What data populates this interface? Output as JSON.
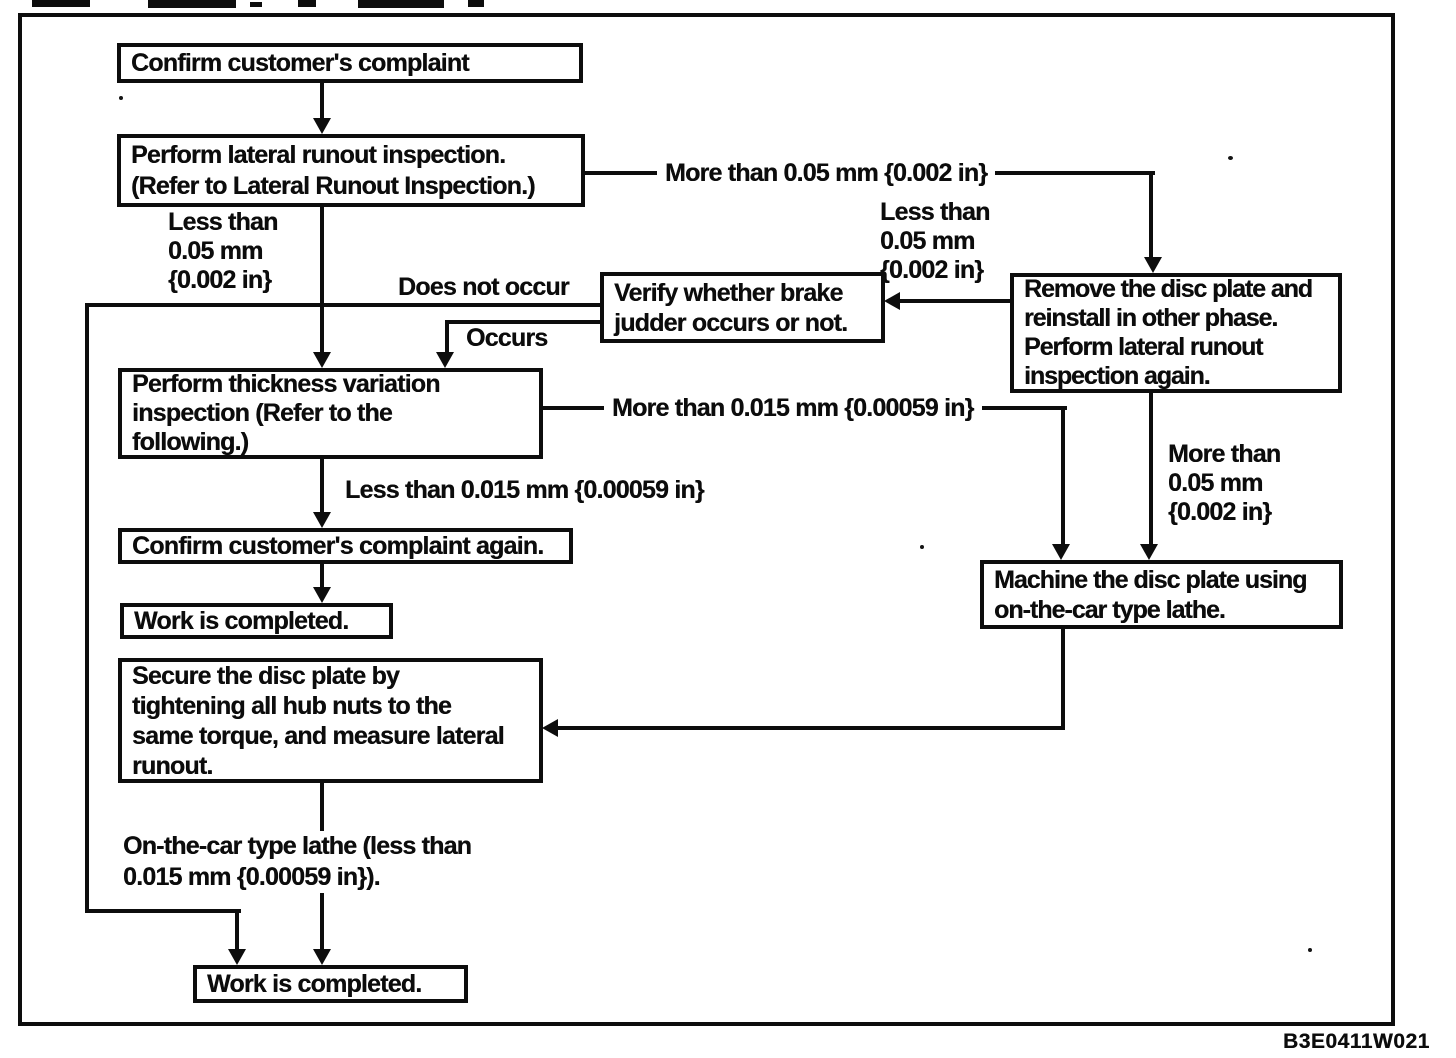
{
  "diagram": {
    "type": "flowchart",
    "title": "Brake judder / disc plate lateral runout diagnostic flowchart",
    "figure_code": "B3E0411W021",
    "ink_color": "#0d0d0d",
    "background_color": "#ffffff",
    "nodes": [
      {
        "id": "confirm-complaint",
        "label": "Confirm customer's complaint"
      },
      {
        "id": "lateral-runout",
        "label": "Perform lateral runout inspection.\n(Refer to Lateral Runout Inspection.)"
      },
      {
        "id": "verify-judder",
        "label": "Verify whether brake\njudder occurs or not."
      },
      {
        "id": "remove-disc",
        "label": "Remove the disc plate and\nreinstall in other phase.\nPerform lateral runout\ninspection again."
      },
      {
        "id": "thickness-variation",
        "label": "Perform thickness variation\ninspection (Refer to the\nfollowing.)"
      },
      {
        "id": "confirm-again",
        "label": "Confirm customer's complaint again."
      },
      {
        "id": "work-completed-1",
        "label": "Work is completed."
      },
      {
        "id": "secure-disc",
        "label": "Secure the disc plate by\ntightening all hub nuts to the\nsame torque, and measure lateral\nrunout."
      },
      {
        "id": "machine-disc",
        "label": "Machine the disc plate using\non-the-car type lathe."
      },
      {
        "id": "work-completed-2",
        "label": "Work is completed."
      }
    ],
    "edge_labels": [
      {
        "id": "more-than-005-top",
        "text": "More than 0.05 mm {0.002 in}"
      },
      {
        "id": "less-than-005-left",
        "text": "Less than\n0.05 mm\n{0.002 in}"
      },
      {
        "id": "less-than-005-right",
        "text": "Less than\n0.05 mm\n{0.002 in}"
      },
      {
        "id": "does-not-occur",
        "text": "Does not occur"
      },
      {
        "id": "occurs",
        "text": "Occurs"
      },
      {
        "id": "more-than-0015",
        "text": "More than 0.015 mm {0.00059 in}"
      },
      {
        "id": "less-than-0015",
        "text": "Less than 0.015 mm {0.00059 in}"
      },
      {
        "id": "more-than-005-right",
        "text": "More than\n0.05 mm\n{0.002 in}"
      },
      {
        "id": "on-the-car-lathe",
        "text": "On-the-car type lathe (less than\n0.015 mm {0.00059 in})."
      }
    ]
  }
}
